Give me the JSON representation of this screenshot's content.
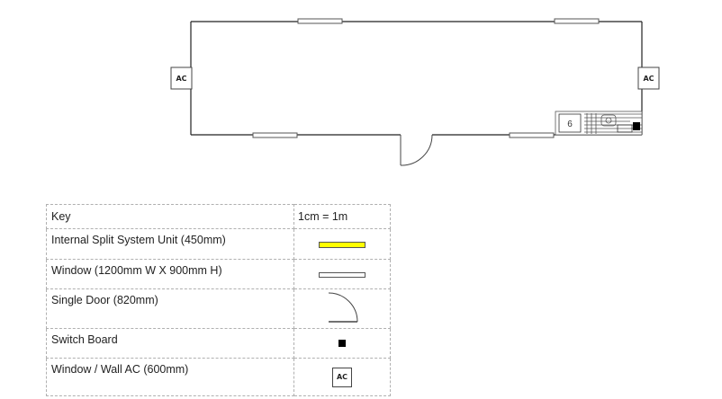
{
  "plan": {
    "ac_label": "AC",
    "appliance_number": "6"
  },
  "legend": {
    "header": {
      "key": "Key",
      "scale": "1cm = 1m"
    },
    "rows": [
      {
        "label": "Internal Split System Unit (450mm)",
        "symbol": "split-system-unit"
      },
      {
        "label": "Window (1200mm W X 900mm H)",
        "symbol": "window"
      },
      {
        "label": "Single Door (820mm)",
        "symbol": "single-door"
      },
      {
        "label": "Switch Board",
        "symbol": "switch-board"
      },
      {
        "label": "Window / Wall AC (600mm)",
        "symbol": "wall-ac",
        "symbol_text": "AC"
      }
    ]
  }
}
